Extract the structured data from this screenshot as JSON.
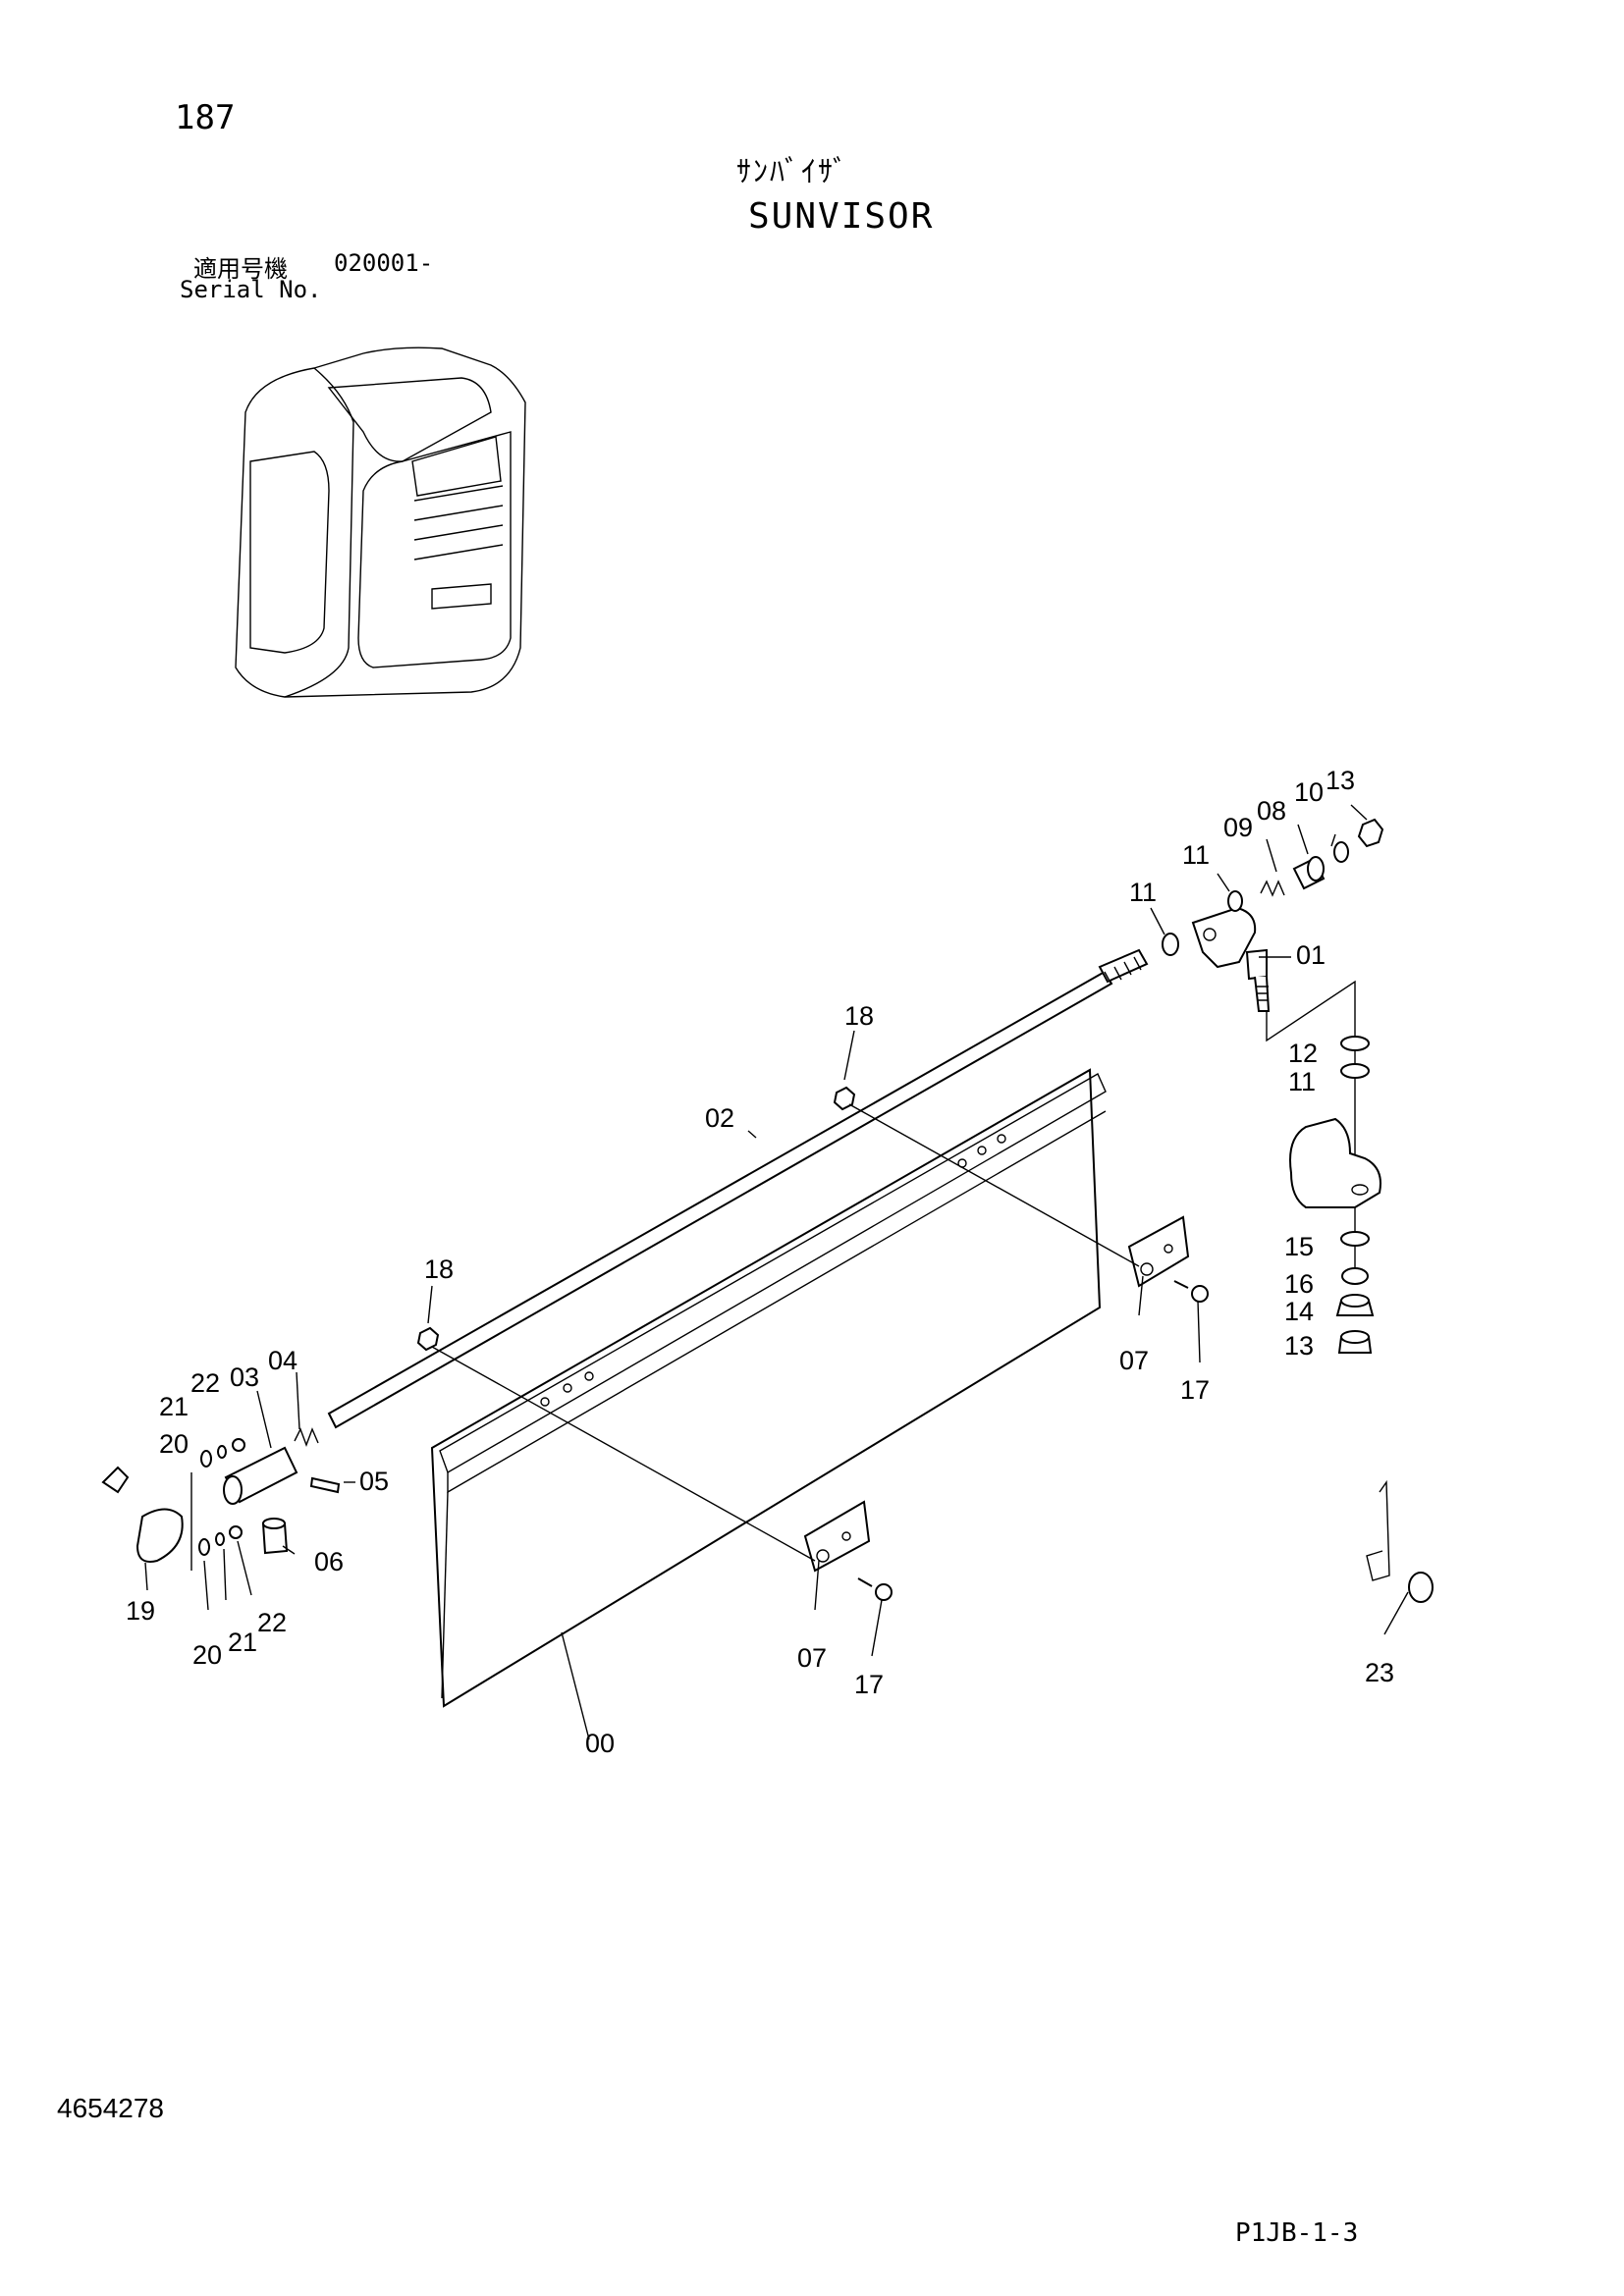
{
  "header": {
    "page_number": "187",
    "title_jp": "ｻﾝﾊﾞｲｻﾞ",
    "title_en": "SUNVISOR",
    "serial_label_jp": "適用号機",
    "serial_value": "020001-",
    "serial_label_en": "Serial No."
  },
  "footer": {
    "drawing_number": "4654278",
    "reference_code": "P1JB-1-3"
  },
  "callouts": {
    "c00": "00",
    "c01": "01",
    "c02": "02",
    "c03": "03",
    "c04": "04",
    "c05": "05",
    "c06": "06",
    "c07a": "07",
    "c07b": "07",
    "c08": "08",
    "c09": "09",
    "c10": "10",
    "c11a": "11",
    "c11b": "11",
    "c11c": "11",
    "c12": "12",
    "c13a": "13",
    "c13b": "13",
    "c14": "14",
    "c15": "15",
    "c16": "16",
    "c17a": "17",
    "c17b": "17",
    "c18a": "18",
    "c18b": "18",
    "c19": "19",
    "c20a": "20",
    "c20b": "20",
    "c21a": "21",
    "c21b": "21",
    "c22a": "22",
    "c22b": "22",
    "c23": "23"
  }
}
